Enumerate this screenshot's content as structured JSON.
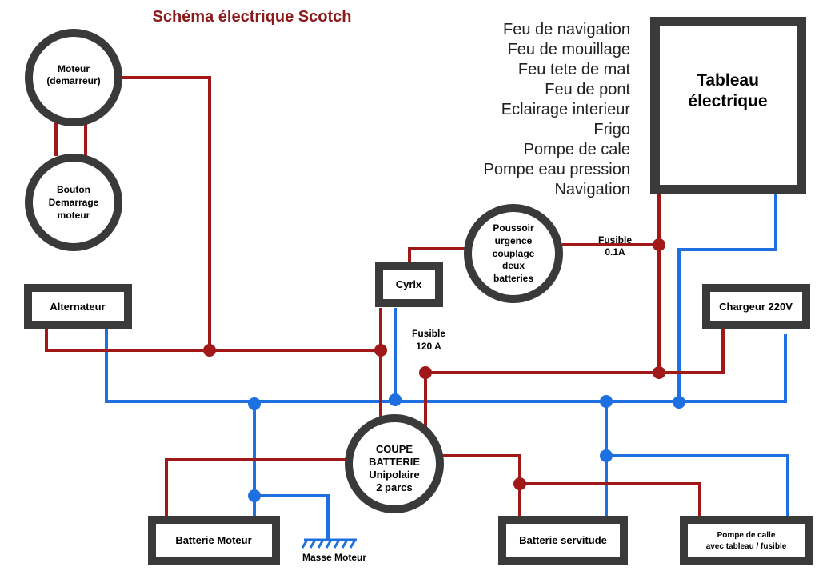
{
  "title": "Schéma électrique Scotch",
  "colors": {
    "positive": "#a01818",
    "negative": "#1e6fe0",
    "box_border": "#3a3a3a",
    "title": "#8b1a1a"
  },
  "panel_list": [
    "Feu de navigation",
    "Feu de mouillage",
    "Feu tete de mat",
    "Feu de pont",
    "Eclairage interieur",
    "Frigo",
    "Pompe de cale",
    "Pompe eau pression",
    "Navigation"
  ],
  "components": {
    "moteur": [
      "Moteur",
      "(demarreur)"
    ],
    "bouton": [
      "Bouton",
      "Demarrage",
      "moteur"
    ],
    "alternateur": "Alternateur",
    "cyrix": "Cyrix",
    "poussoir": [
      "Poussoir",
      "urgence",
      "couplage",
      "deux",
      "batteries"
    ],
    "tableau": [
      "Tableau",
      "électrique"
    ],
    "chargeur": "Chargeur 220V",
    "coupe": [
      "COUPE",
      "BATTERIE",
      "Unipolaire",
      "2 parcs"
    ],
    "batterie_moteur": "Batterie Moteur",
    "batterie_servitude": "Batterie servitude",
    "pompe": [
      "Pompe de calle",
      "avec tableau / fusible"
    ],
    "masse": "Masse Moteur"
  },
  "fuses": {
    "small": [
      "Fusible",
      "0.1A"
    ],
    "large": [
      "Fusible",
      "120 A"
    ]
  }
}
